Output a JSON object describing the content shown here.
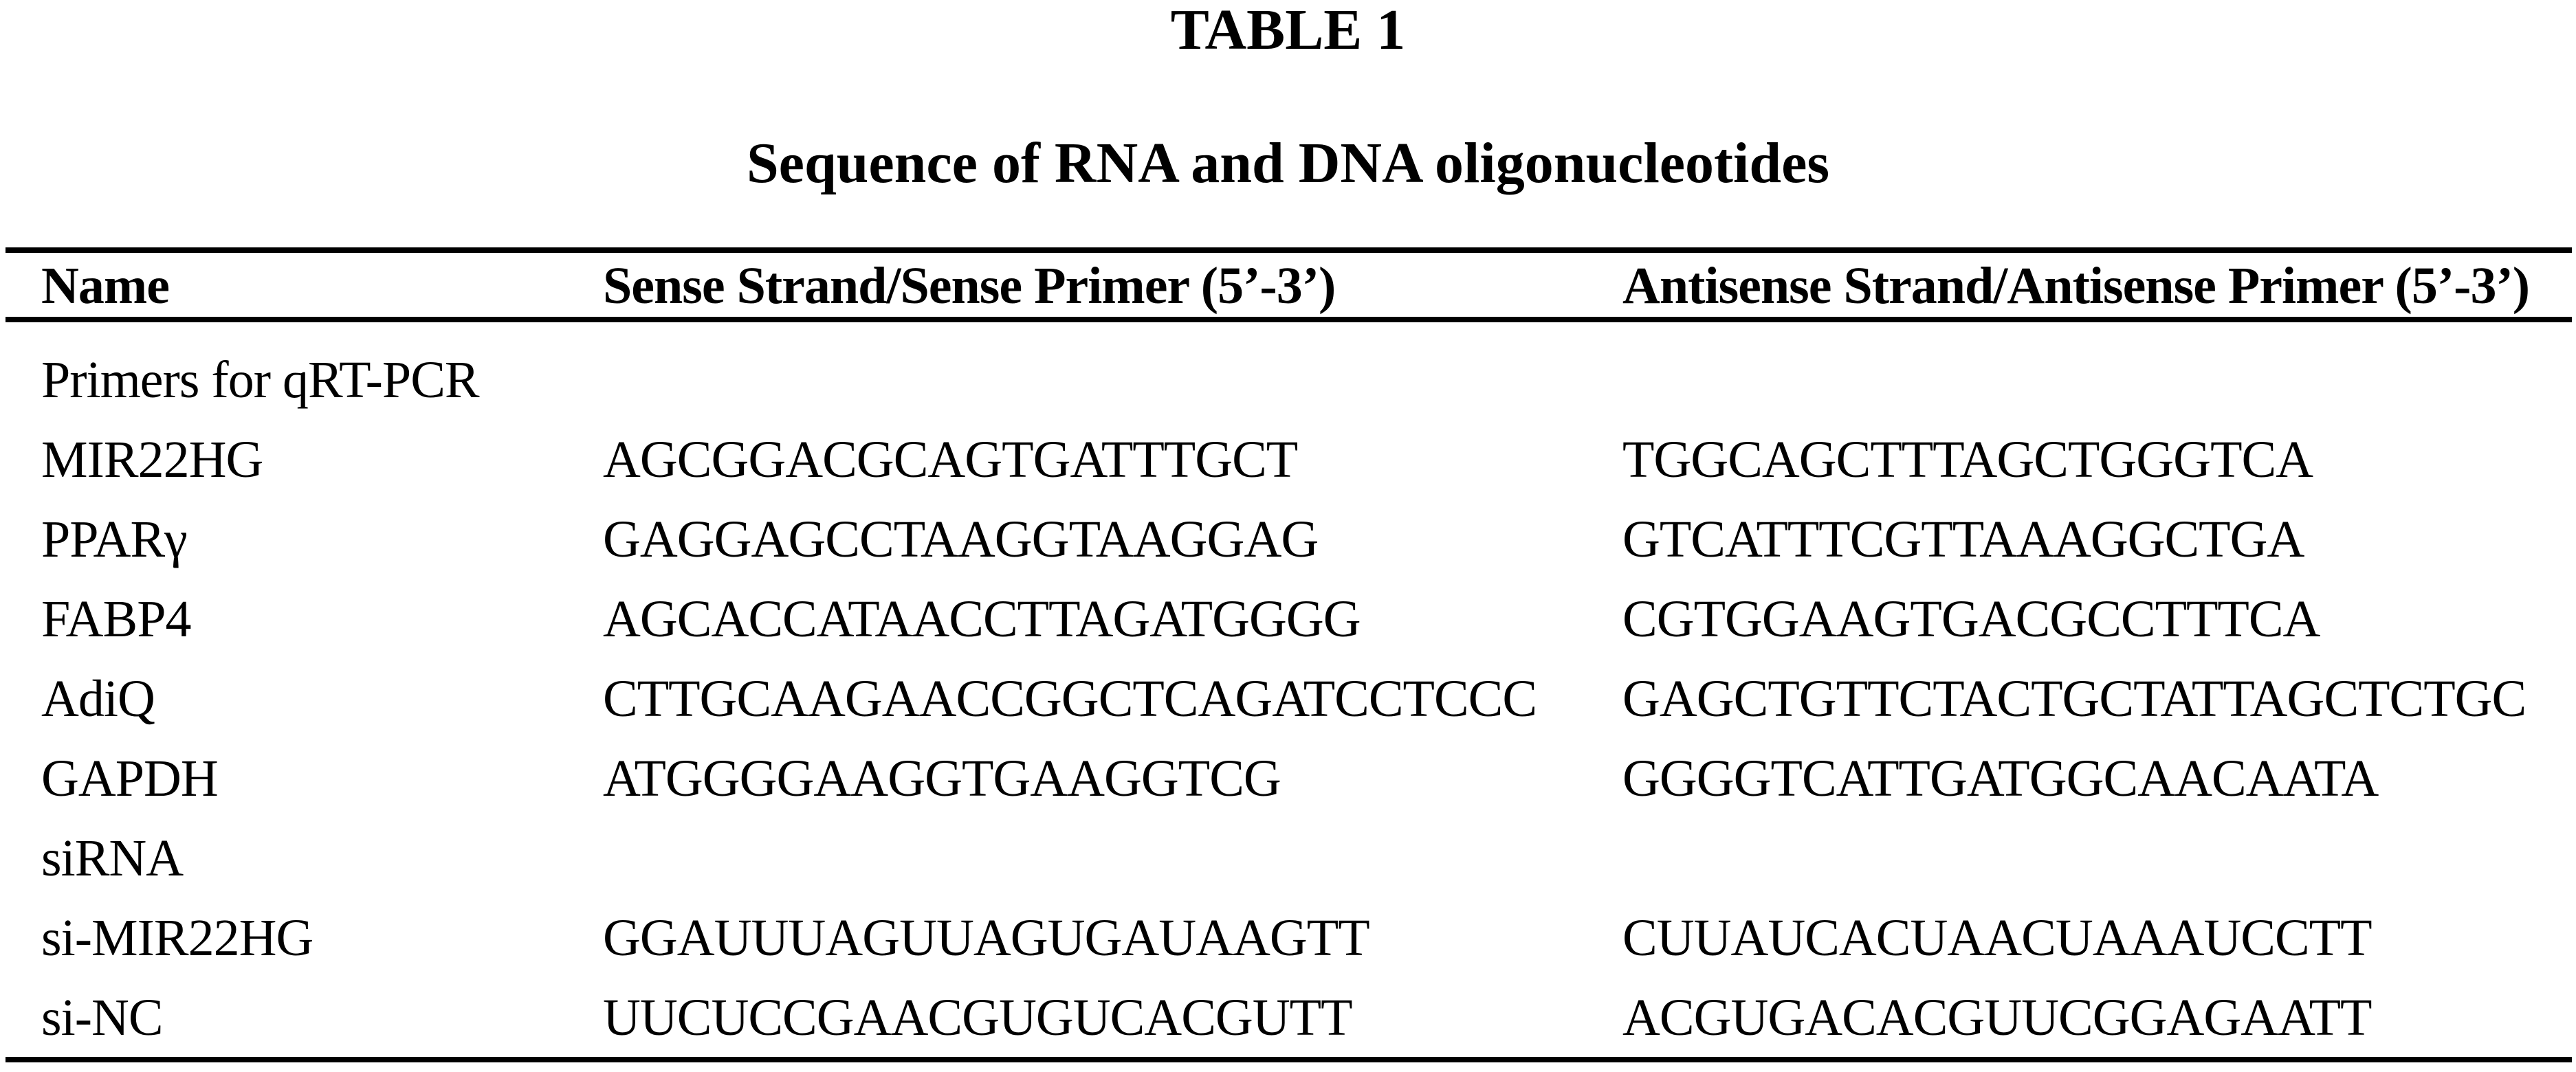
{
  "table": {
    "label": "TABLE 1",
    "title": "Sequence of RNA and DNA oligonucleotides",
    "columns": {
      "name": "Name",
      "sense": "Sense Strand/Sense Primer (5’-3’)",
      "antisense": "Antisense Strand/Antisense Primer (5’-3’)"
    },
    "rows": [
      {
        "name": "Primers for qRT-PCR",
        "sense": "",
        "antisense": ""
      },
      {
        "name": "MIR22HG",
        "sense": "AGCGGACGCAGTGATTTGCT",
        "antisense": "TGGCAGCTTTAGCTGGGTCA"
      },
      {
        "name": "PPARγ",
        "sense": "GAGGAGCCTAAGGTAAGGAG",
        "antisense": "GTCATTTCGTTAAAGGCTGA"
      },
      {
        "name": "FABP4",
        "sense": "AGCACCATAACCTTAGATGGGG",
        "antisense": "CGTGGAAGTGACGCCTTTCA"
      },
      {
        "name": "AdiQ",
        "sense": "CTTGCAAGAACCGGCTCAGATCCTCCC",
        "antisense": "GAGCTGTTCTACTGCTATTAGCTCTGC"
      },
      {
        "name": "GAPDH",
        "sense": "ATGGGGAAGGTGAAGGTCG",
        "antisense": "GGGGTCATTGATGGCAACAATA"
      },
      {
        "name": "siRNA",
        "sense": "",
        "antisense": ""
      },
      {
        "name": "si-MIR22HG",
        "sense": "GGAUUUAGUUAGUGAUAAGTT",
        "antisense": "CUUAUCACUAACUAAAUCCTT"
      },
      {
        "name": "si-NC",
        "sense": "UUCUCCGAACGUGUCACGUTT",
        "antisense": "ACGUGACACGUUCGGAGAATT"
      }
    ]
  }
}
